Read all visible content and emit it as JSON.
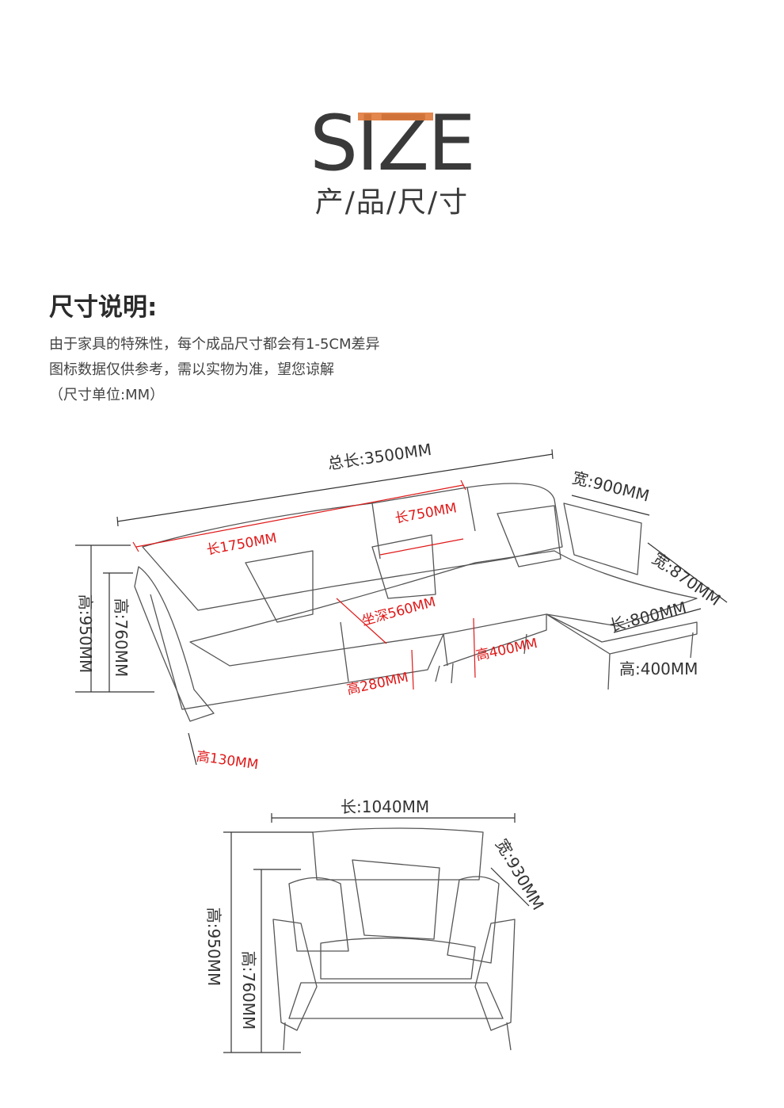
{
  "header": {
    "title": "SIZE",
    "subtitle": "产/品/尺/寸"
  },
  "section": {
    "title": "尺寸说明:",
    "lines": [
      "由于家具的特殊性，每个成品尺寸都会有1-5CM差异",
      "图标数据仅供参考，需以实物为准，望您谅解",
      "（尺寸单位:MM）"
    ]
  },
  "sofa": {
    "total_length": "总长:3500MM",
    "width_900": "宽:900MM",
    "width_870": "宽:870MM",
    "length_1750": "长1750MM",
    "length_750": "长750MM",
    "length_800": "长:800MM",
    "height_950": "高:950MM",
    "height_760": "高:760MM",
    "seat_depth": "坐深560MM",
    "height_400_red": "高400MM",
    "height_280": "高280MM",
    "height_400": "高:400MM",
    "height_130": "高130MM"
  },
  "chair": {
    "length": "长:1040MM",
    "width": "宽:930MM",
    "height_950": "高:950MM",
    "height_760": "高:760MM"
  },
  "colors": {
    "accent": "#e07a3c",
    "dark": "#3a3a3a",
    "red": "#e01818"
  }
}
